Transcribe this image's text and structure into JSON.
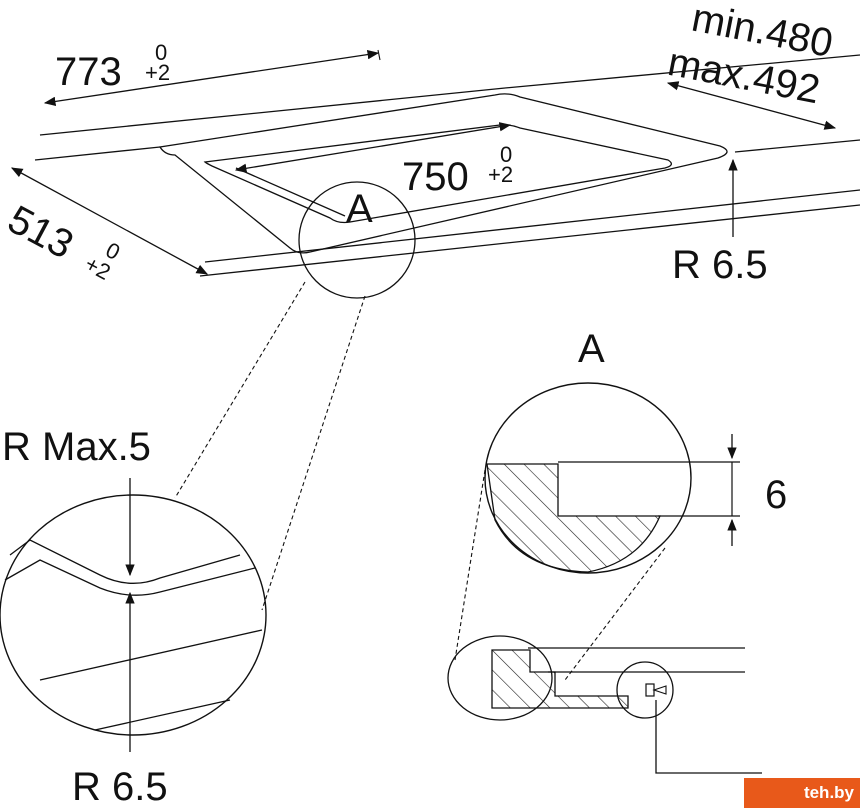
{
  "dimensions": {
    "width_main": "773",
    "width_main_tol_top": "0",
    "width_main_tol_bottom": "+2",
    "width_inner": "750",
    "width_inner_tol_top": "0",
    "width_inner_tol_bottom": "+2",
    "depth": "513",
    "depth_tol_top": "0",
    "depth_tol_bottom": "+2",
    "thickness_min": "min.480",
    "thickness_max": "max.492",
    "radius_top": "R 6.5",
    "detail_marker_top": "A",
    "radius_max": "R Max.5",
    "radius_bottom": "R 6.5",
    "detail_title": "A",
    "detail_depth": "6"
  },
  "watermark": {
    "text": "teh.by",
    "color": "#e8591a"
  }
}
